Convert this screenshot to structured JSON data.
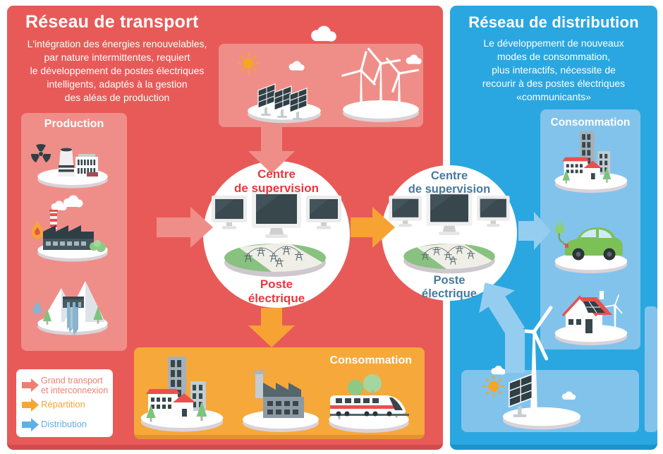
{
  "transport": {
    "title": "Réseau de transport",
    "description": "L'intégration des énergies renouvelables,\npar nature intermittentes, requiert\nle développement de postes électriques\nintelligents, adaptés à la gestion\ndes aléas de production",
    "production_label": "Production",
    "production_icons": [
      "nuclear-plant-icon",
      "thermal-plant-icon",
      "hydro-dam-icon"
    ],
    "renewables_icons": [
      "sun-icon",
      "solar-panels-icon",
      "wind-turbines-icon",
      "cloud-icon"
    ],
    "supervision": {
      "center_label": "Centre\nde supervision",
      "substation_label": "Poste\nélectrique",
      "icons": [
        "monitors-icon",
        "substation-platform-icon"
      ]
    },
    "consumption_label": "Consommation",
    "consumption_icons": [
      "city-icon",
      "factory-icon",
      "train-icon"
    ],
    "legend": {
      "items": [
        {
          "label": "Grand transport\net interconnexion",
          "color": "#ee8073"
        },
        {
          "label": "Répartition",
          "color": "#f7a631"
        },
        {
          "label": "Distribution",
          "color": "#5fb0e5"
        }
      ]
    }
  },
  "distribution": {
    "title": "Réseau de distribution",
    "description": "Le développement de nouveaux\nmodes de consommation,\nplus interactifs, nécessite de\nrecourir à des postes électriques\n«communicants»",
    "consumption_label": "Consommation",
    "consumption_icons": [
      "city-icon",
      "electric-car-icon",
      "solar-house-icon"
    ],
    "local_generation_icons": [
      "sun-icon",
      "solar-panel-icon",
      "wind-turbine-icon",
      "cloud-icon"
    ],
    "supervision": {
      "center_label": "Centre\nde supervision",
      "substation_label": "Poste\nélectrique",
      "icons": [
        "monitors-icon",
        "substation-platform-icon"
      ]
    }
  },
  "colors": {
    "transport_bg": "#e85a58",
    "transport_bg_dark": "#d14b4e",
    "transport_box": "#ef8e88",
    "transport_text": "#e6393f",
    "distribution_bg": "#2aa7e0",
    "distribution_bg_dark": "#1d93cb",
    "distribution_box": "#82c3ec",
    "distribution_text": "#47799f",
    "consumption_box": "#f6a83a",
    "repartition_arrow": "#f6a333",
    "distribution_arrow": "#95cdf0"
  }
}
